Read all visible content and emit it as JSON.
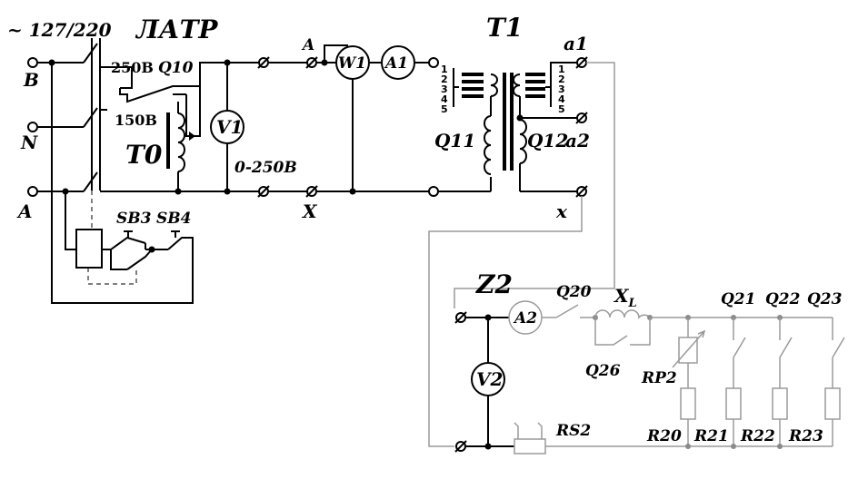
{
  "labels": {
    "supply": "~ 127/220",
    "latr": "ЛАТР",
    "t1": "T1",
    "b": "B",
    "n": "N",
    "a_supply": "A",
    "tap_250": "250В",
    "tap_150": "150В",
    "q10": "Q10",
    "t0": "T0",
    "v1": "V1",
    "range": "0-250В",
    "a_term": "A",
    "x_term": "X",
    "w1": "W1",
    "a1": "A1",
    "q11": "Q11",
    "q12": "Q12",
    "a1_term": "a1",
    "a2_term": "a2",
    "x_small": "x",
    "sb3": "SB3",
    "sb4": "SB4",
    "z2": "Z2",
    "a2_meter": "A2",
    "q20": "Q20",
    "xl": "X",
    "xl_sub": "L",
    "q21": "Q21",
    "q22": "Q22",
    "q23": "Q23",
    "v2": "V2",
    "q26": "Q26",
    "rp2": "RP2",
    "rs2": "RS2",
    "r20": "R20",
    "r21": "R21",
    "r22": "R22",
    "r23": "R23"
  },
  "taps_primary": [
    "1",
    "2",
    "3",
    "4",
    "5"
  ],
  "taps_secondary": [
    "1",
    "2",
    "3",
    "4",
    "5"
  ]
}
